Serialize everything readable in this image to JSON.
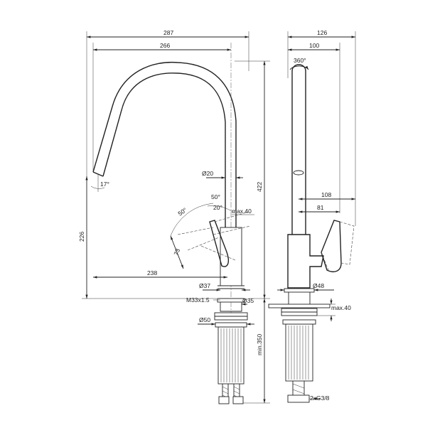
{
  "front_view": {
    "width_overall": "287",
    "reach": "266",
    "height": "422",
    "outlet_height": "226",
    "spout_dia": "Ø20",
    "tilt_angle": "17°",
    "lever_angle_up": "50°",
    "lever_angle_side": "50°",
    "lever_offset_angle": "20°",
    "lever_max": "max.40",
    "lever_radius": "73",
    "lever_reach": "238",
    "body_dia": "Ø37",
    "hole_dia": "Ø35",
    "thread": "M33x1.5",
    "base_dia": "Ø50",
    "hose_length": "min.350"
  },
  "side_view": {
    "depth_overall": "126",
    "depth_spout": "100",
    "rotation": "360°",
    "lever_depth": "108",
    "lever_depth_inner": "81",
    "base_dia": "Ø48",
    "deck_max": "max.40",
    "connections": "2xG3/8"
  }
}
